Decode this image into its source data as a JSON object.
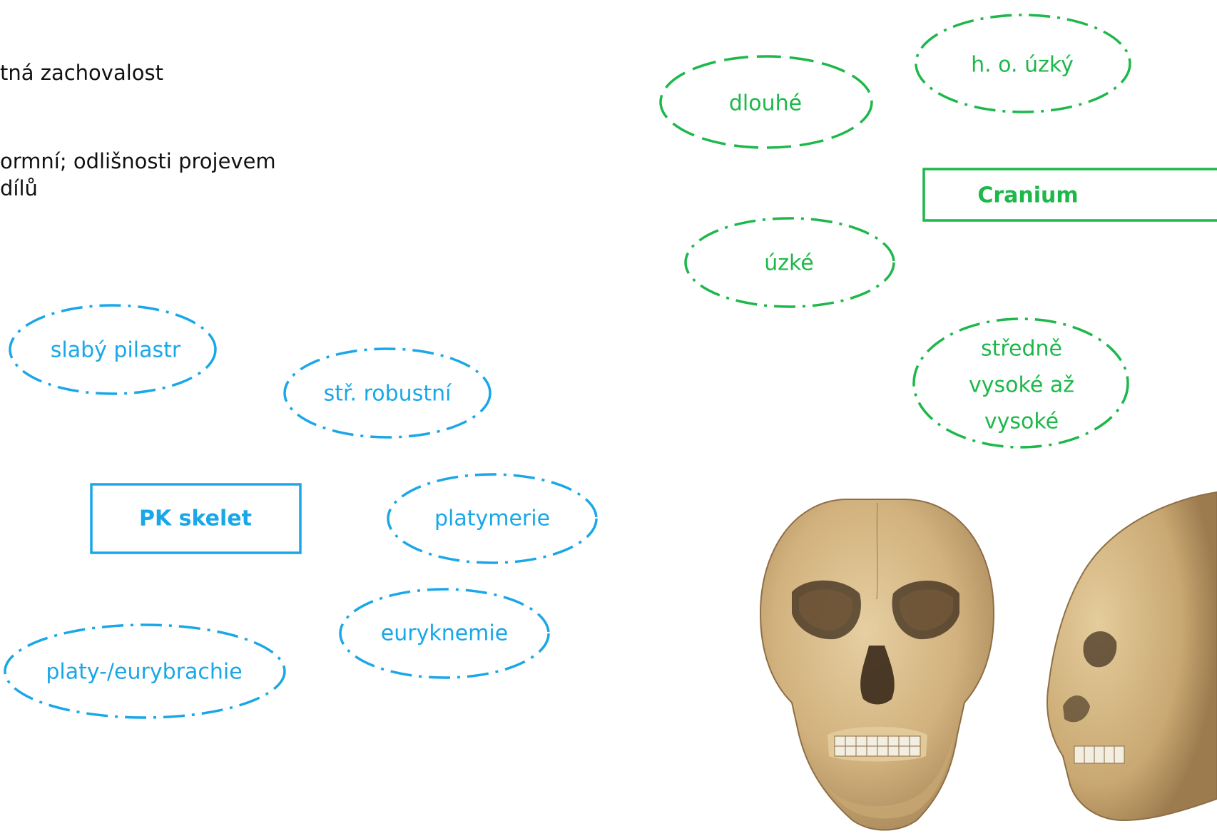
{
  "colors": {
    "blue": "#1aa7e8",
    "green": "#1db84a",
    "text": "#111111",
    "bone": "#d7b988"
  },
  "notes": {
    "line1": "tná zachovalost",
    "line2": "ormní; odlišnosti projevem",
    "line3": "dílů"
  },
  "pk": {
    "box_label": "PK skelet",
    "items": [
      "slabý pilastr",
      "stř. robustní",
      "platymerie",
      "euryknemie",
      "platy-/eurybrachie"
    ]
  },
  "cranium": {
    "box_label": "Cranium",
    "items": {
      "dlouhe": "dlouhé",
      "ho_uzky": "h. o. úzký",
      "uzke": "úzké",
      "vysoke_1": "středně",
      "vysoke_2": "vysoké až",
      "vysoke_3": "vysoké"
    }
  },
  "images": {
    "skull_front": "skull-frontal-photo",
    "skull_side": "skull-lateral-photo"
  }
}
